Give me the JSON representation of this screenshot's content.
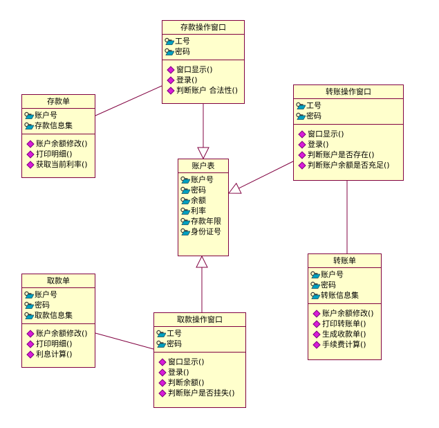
{
  "colors": {
    "class_fill": "#ffffcc",
    "class_border": "#800040",
    "attribute_icon": "#00a0c0",
    "operation_icon": "#d81bd8",
    "line": "#800040"
  },
  "icons": {
    "attribute": "key-attribute-icon",
    "operation": "operation-diamond-icon",
    "generalization": "hollow-triangle-arrow"
  },
  "classes": {
    "deposit_window": {
      "name": "存款操作窗口",
      "attributes": [
        "工号",
        "密码"
      ],
      "operations": [
        "窗口显示()",
        "登录()",
        "判断账户 合法性()"
      ]
    },
    "deposit_slip": {
      "name": "存款单",
      "attributes": [
        "账户号",
        "存款信息集"
      ],
      "operations": [
        "账户余额修改()",
        "打印明细()",
        "获取当前利率()"
      ]
    },
    "transfer_window": {
      "name": "转账操作窗口",
      "attributes": [
        "工号",
        "密码"
      ],
      "operations": [
        "窗口显示()",
        "登录()",
        "判断账户是否存在()",
        "判断账户余额是否充足()"
      ]
    },
    "account_table": {
      "name": "账户表",
      "attributes": [
        "账户号",
        "密码",
        "余额",
        "利率",
        "存款年限",
        "身份证号"
      ]
    },
    "transfer_slip": {
      "name": "转账单",
      "attributes": [
        "账户号",
        "密码",
        "转账信息集"
      ],
      "operations": [
        "账户余额修改()",
        "打印转账单()",
        "生成收款单()",
        "手续费计算()"
      ]
    },
    "withdraw_slip": {
      "name": "取款单",
      "attributes": [
        "账户号",
        "密码",
        "取款信息集"
      ],
      "operations": [
        "账户余额修改()",
        "打印明细()",
        "利息计算()"
      ]
    },
    "withdraw_window": {
      "name": "取款操作窗口",
      "attributes": [
        "工号",
        "密码"
      ],
      "operations": [
        "窗口显示()",
        "登录()",
        "判断余额()",
        "判断账户是否挂失()"
      ]
    }
  },
  "relations": [
    {
      "type": "association",
      "from": "deposit_slip",
      "to": "deposit_window"
    },
    {
      "type": "generalization",
      "from": "deposit_window",
      "to": "account_table"
    },
    {
      "type": "generalization",
      "from": "transfer_window",
      "to": "account_table"
    },
    {
      "type": "generalization",
      "from": "withdraw_window",
      "to": "account_table"
    },
    {
      "type": "association",
      "from": "transfer_window",
      "to": "transfer_slip"
    },
    {
      "type": "association",
      "from": "withdraw_slip",
      "to": "withdraw_window"
    }
  ]
}
